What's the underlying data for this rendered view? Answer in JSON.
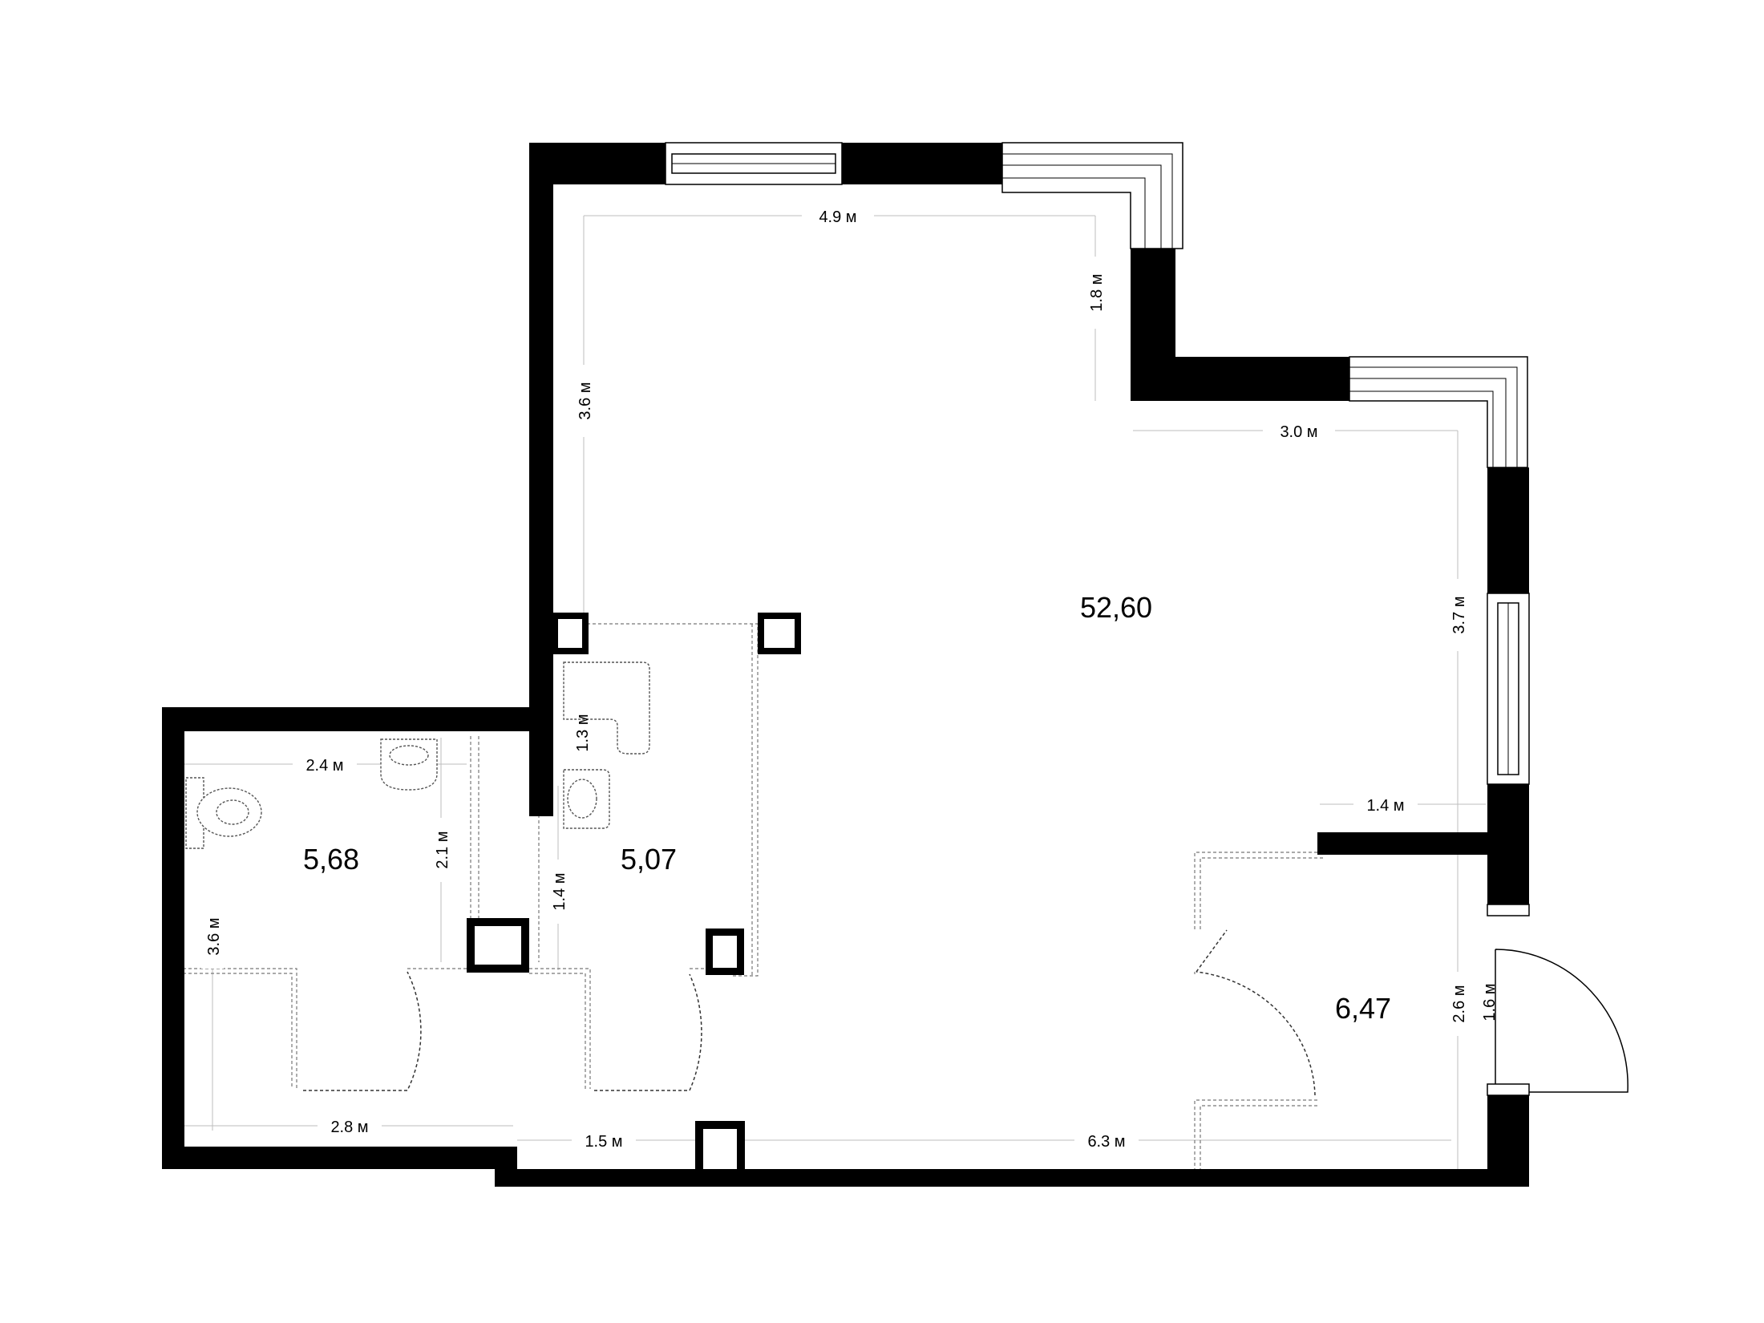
{
  "rooms": [
    {
      "id": "main-room",
      "area": "52,60"
    },
    {
      "id": "bathroom-left",
      "area": "5,68"
    },
    {
      "id": "bathroom-right",
      "area": "5,07"
    },
    {
      "id": "entrance-hall",
      "area": "6,47"
    }
  ],
  "dimensions": {
    "top_width": "4.9 м",
    "bay_depth": "1.8 м",
    "left_height": "3.6 м",
    "bay_width": "3.0 м",
    "right_height": "3.7 м",
    "partition_width": "1.4 м",
    "bath_left_width": "2.4 м",
    "bath_left_height": "2.1 м",
    "bath_left_side": "3.6 м",
    "bath_right_small": "1.3 м",
    "bath_right_height": "1.4 м",
    "hall_height": "2.6 м",
    "door_width": "1.6 м",
    "bottom_left": "2.8 м",
    "bottom_mid": "1.5 м",
    "bottom_right": "6.3 м"
  }
}
